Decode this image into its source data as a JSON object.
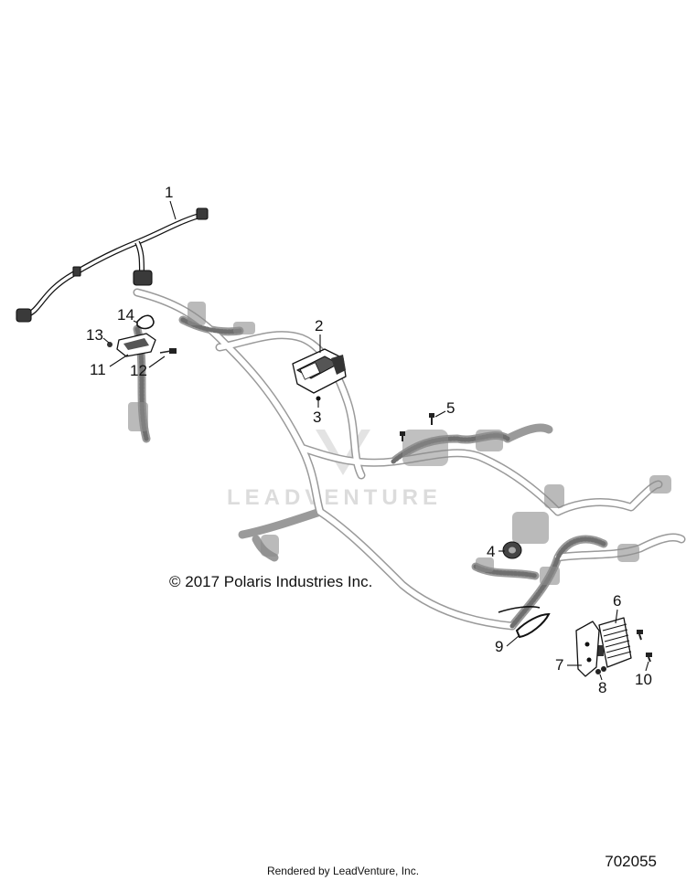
{
  "watermark": "LEADVENTURE",
  "copyright": "© 2017 Polaris Industries Inc.",
  "footer": "Rendered by LeadVenture, Inc.",
  "diagram_number": "702055",
  "callouts": [
    {
      "label": "1"
    },
    {
      "label": "2"
    },
    {
      "label": "3"
    },
    {
      "label": "4"
    },
    {
      "label": "5"
    },
    {
      "label": "6"
    },
    {
      "label": "7"
    },
    {
      "label": "8"
    },
    {
      "label": "9"
    },
    {
      "label": "10"
    },
    {
      "label": "11"
    },
    {
      "label": "12"
    },
    {
      "label": "13"
    },
    {
      "label": "14"
    }
  ]
}
